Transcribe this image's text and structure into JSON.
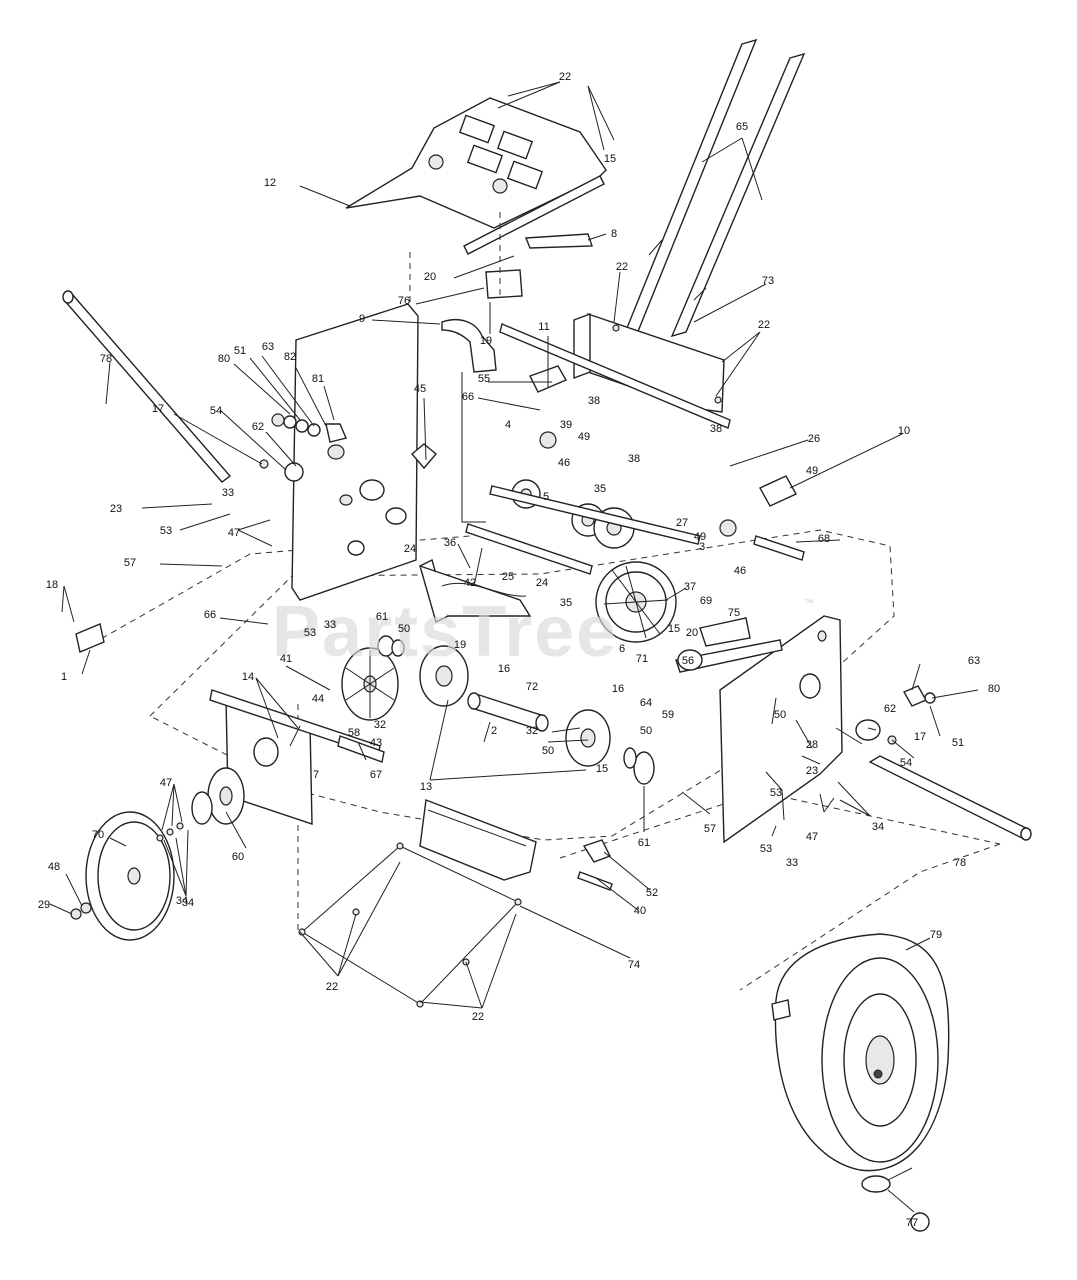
{
  "watermark": {
    "text": "PartsTree",
    "trademark": "™"
  },
  "callouts": [
    {
      "id": "c22a",
      "label": "22"
    },
    {
      "id": "c15",
      "label": "15"
    },
    {
      "id": "c65",
      "label": "65"
    },
    {
      "id": "c12",
      "label": "12"
    },
    {
      "id": "c8",
      "label": "8"
    },
    {
      "id": "c20a",
      "label": "20"
    },
    {
      "id": "c76",
      "label": "76"
    },
    {
      "id": "c22b",
      "label": "22"
    },
    {
      "id": "c73",
      "label": "73"
    },
    {
      "id": "c9",
      "label": "9"
    },
    {
      "id": "c19a",
      "label": "19"
    },
    {
      "id": "c22c",
      "label": "22"
    },
    {
      "id": "c78a",
      "label": "78"
    },
    {
      "id": "c80a",
      "label": "80"
    },
    {
      "id": "c51a",
      "label": "51"
    },
    {
      "id": "c63a",
      "label": "63"
    },
    {
      "id": "c82",
      "label": "82"
    },
    {
      "id": "c81",
      "label": "81"
    },
    {
      "id": "c45",
      "label": "45"
    },
    {
      "id": "c11",
      "label": "11"
    },
    {
      "id": "c55",
      "label": "55"
    },
    {
      "id": "c66a",
      "label": "66"
    },
    {
      "id": "c38a",
      "label": "38"
    },
    {
      "id": "c39",
      "label": "39"
    },
    {
      "id": "c38b",
      "label": "38"
    },
    {
      "id": "c26",
      "label": "26"
    },
    {
      "id": "c49a",
      "label": "49"
    },
    {
      "id": "c17a",
      "label": "17"
    },
    {
      "id": "c54a",
      "label": "54"
    },
    {
      "id": "c62a",
      "label": "62"
    },
    {
      "id": "c4",
      "label": "4"
    },
    {
      "id": "c49b",
      "label": "49"
    },
    {
      "id": "c10",
      "label": "10"
    },
    {
      "id": "c38c",
      "label": "38"
    },
    {
      "id": "c33a",
      "label": "33"
    },
    {
      "id": "c46a",
      "label": "46"
    },
    {
      "id": "c23a",
      "label": "23"
    },
    {
      "id": "c53a",
      "label": "53"
    },
    {
      "id": "c47a",
      "label": "47"
    },
    {
      "id": "c5",
      "label": "5"
    },
    {
      "id": "c35a",
      "label": "35"
    },
    {
      "id": "c27",
      "label": "27"
    },
    {
      "id": "c49c",
      "label": "49"
    },
    {
      "id": "c3",
      "label": "3"
    },
    {
      "id": "c68",
      "label": "68"
    },
    {
      "id": "c46b",
      "label": "46"
    },
    {
      "id": "c57a",
      "label": "57"
    },
    {
      "id": "c24a",
      "label": "24"
    },
    {
      "id": "c36",
      "label": "36"
    },
    {
      "id": "c42",
      "label": "42"
    },
    {
      "id": "c25",
      "label": "25"
    },
    {
      "id": "c24b",
      "label": "24"
    },
    {
      "id": "c37",
      "label": "37"
    },
    {
      "id": "c18",
      "label": "18"
    },
    {
      "id": "c66b",
      "label": "66"
    },
    {
      "id": "c35b",
      "label": "35"
    },
    {
      "id": "c69",
      "label": "69"
    },
    {
      "id": "c75",
      "label": "75"
    },
    {
      "id": "c53b",
      "label": "53"
    },
    {
      "id": "c33b",
      "label": "33"
    },
    {
      "id": "c61a",
      "label": "61"
    },
    {
      "id": "c50a",
      "label": "50"
    },
    {
      "id": "c6",
      "label": "6"
    },
    {
      "id": "c15b",
      "label": "15"
    },
    {
      "id": "c20b",
      "label": "20"
    },
    {
      "id": "c1",
      "label": "1"
    },
    {
      "id": "c41",
      "label": "41"
    },
    {
      "id": "c19b",
      "label": "19"
    },
    {
      "id": "c16a",
      "label": "16"
    },
    {
      "id": "c71",
      "label": "71"
    },
    {
      "id": "c56",
      "label": "56"
    },
    {
      "id": "c63b",
      "label": "63"
    },
    {
      "id": "c80b",
      "label": "80"
    },
    {
      "id": "c14",
      "label": "14"
    },
    {
      "id": "c72",
      "label": "72"
    },
    {
      "id": "c64",
      "label": "64"
    },
    {
      "id": "c59",
      "label": "59"
    },
    {
      "id": "c50b",
      "label": "50"
    },
    {
      "id": "c62b",
      "label": "62"
    },
    {
      "id": "c51b",
      "label": "51"
    },
    {
      "id": "c44",
      "label": "44"
    },
    {
      "id": "c32a",
      "label": "32"
    },
    {
      "id": "c43",
      "label": "43"
    },
    {
      "id": "c2",
      "label": "2"
    },
    {
      "id": "c16b",
      "label": "16"
    },
    {
      "id": "c58",
      "label": "58"
    },
    {
      "id": "c28",
      "label": "28"
    },
    {
      "id": "c17b",
      "label": "17"
    },
    {
      "id": "c54b",
      "label": "54"
    },
    {
      "id": "c50c",
      "label": "50"
    },
    {
      "id": "c32b",
      "label": "32"
    },
    {
      "id": "c50d",
      "label": "50"
    },
    {
      "id": "c15c",
      "label": "15"
    },
    {
      "id": "c23b",
      "label": "23"
    },
    {
      "id": "c7",
      "label": "7"
    },
    {
      "id": "c67",
      "label": "67"
    },
    {
      "id": "c13",
      "label": "13"
    },
    {
      "id": "c53c",
      "label": "53"
    },
    {
      "id": "c34a",
      "label": "34"
    },
    {
      "id": "c47b",
      "label": "47"
    },
    {
      "id": "c57b",
      "label": "57"
    },
    {
      "id": "c61b",
      "label": "61"
    },
    {
      "id": "c47c",
      "label": "47"
    },
    {
      "id": "c70",
      "label": "70"
    },
    {
      "id": "c60",
      "label": "60"
    },
    {
      "id": "c53d",
      "label": "53"
    },
    {
      "id": "c33c",
      "label": "33"
    },
    {
      "id": "c34b",
      "label": "34"
    },
    {
      "id": "c78b",
      "label": "78"
    },
    {
      "id": "c48",
      "label": "48"
    },
    {
      "id": "c34c",
      "label": "34"
    },
    {
      "id": "c52",
      "label": "52"
    },
    {
      "id": "c29",
      "label": "29"
    },
    {
      "id": "c40",
      "label": "40"
    },
    {
      "id": "c74",
      "label": "74"
    },
    {
      "id": "c79",
      "label": "79"
    },
    {
      "id": "c22d",
      "label": "22"
    },
    {
      "id": "c22e",
      "label": "22"
    },
    {
      "id": "c77",
      "label": "77"
    }
  ]
}
